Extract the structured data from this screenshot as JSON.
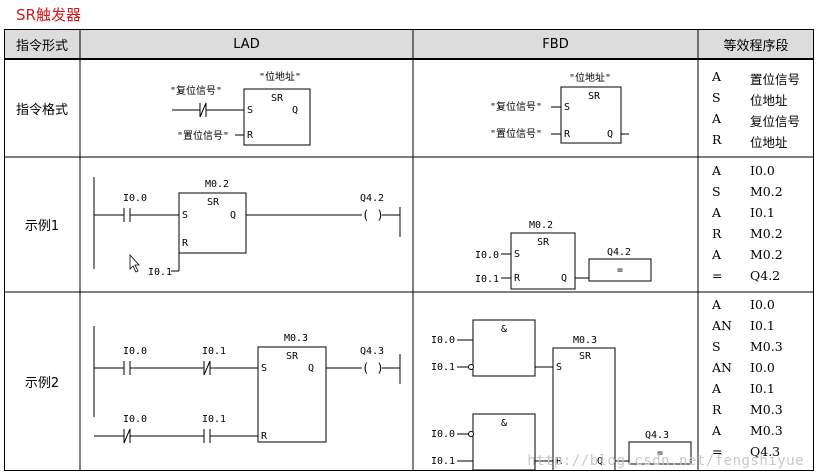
{
  "title": "SR触发器",
  "headers": {
    "form": "指令形式",
    "lad": "LAD",
    "fbd": "FBD",
    "stl": "等效程序段"
  },
  "rows": [
    {
      "label": "指令格式",
      "lad": {
        "reset_sig": "\"复位信号\"",
        "addr": "\"位地址\"",
        "set_sig": "\"置位信号\"",
        "block": "SR",
        "s": "S",
        "r": "R",
        "q": "Q"
      },
      "fbd": {
        "addr": "\"位地址\"",
        "reset_sig": "\"复位信号\"",
        "set_sig": "\"置位信号\"",
        "block": "SR",
        "s": "S",
        "r": "R",
        "q": "Q"
      },
      "stl": [
        [
          "A",
          "置位信号"
        ],
        [
          "S",
          "位地址"
        ],
        [
          "A",
          "复位信号"
        ],
        [
          "R",
          "位地址"
        ]
      ]
    },
    {
      "label": "示例1",
      "lad": {
        "in_set": "I0.0",
        "block_addr": "M0.2",
        "block": "SR",
        "in_reset": "I0.1",
        "out": "Q4.2",
        "s": "S",
        "r": "R",
        "q": "Q",
        "coil": "( )"
      },
      "fbd": {
        "block_addr": "M0.2",
        "block": "SR",
        "in_set": "I0.0",
        "in_reset": "I0.1",
        "out": "Q4.2",
        "assign": "=",
        "s": "S",
        "r": "R",
        "q": "Q"
      },
      "stl": [
        [
          "A",
          "I0.0"
        ],
        [
          "S",
          "M0.2"
        ],
        [
          "A",
          "I0.1"
        ],
        [
          "R",
          "M0.2"
        ],
        [
          "A",
          "M0.2"
        ],
        [
          "=",
          "Q4.2"
        ]
      ]
    },
    {
      "label": "示例2",
      "lad": {
        "c1": "I0.0",
        "c2": "I0.1",
        "c3": "I0.0",
        "c4": "I0.1",
        "block_addr": "M0.3",
        "block": "SR",
        "out": "Q4.3",
        "s": "S",
        "r": "R",
        "q": "Q",
        "coil": "( )"
      },
      "fbd": {
        "and1": "&",
        "and2": "&",
        "a1": "I0.0",
        "a2": "I0.1",
        "b1": "I0.0",
        "b2": "I0.1",
        "block_addr": "M0.3",
        "block": "SR",
        "out": "Q4.3",
        "assign": "=",
        "s": "S",
        "r": "R",
        "q": "Q"
      },
      "stl": [
        [
          "A",
          "I0.0"
        ],
        [
          "AN",
          "I0.1"
        ],
        [
          "S",
          "M0.3"
        ],
        [
          "AN",
          "I0.0"
        ],
        [
          "A",
          "I0.1"
        ],
        [
          "R",
          "M0.3"
        ],
        [
          "A",
          "M0.3"
        ],
        [
          "=",
          "Q4.3"
        ]
      ]
    }
  ],
  "watermark": "http://blog.csdn.net/fengshiyue"
}
